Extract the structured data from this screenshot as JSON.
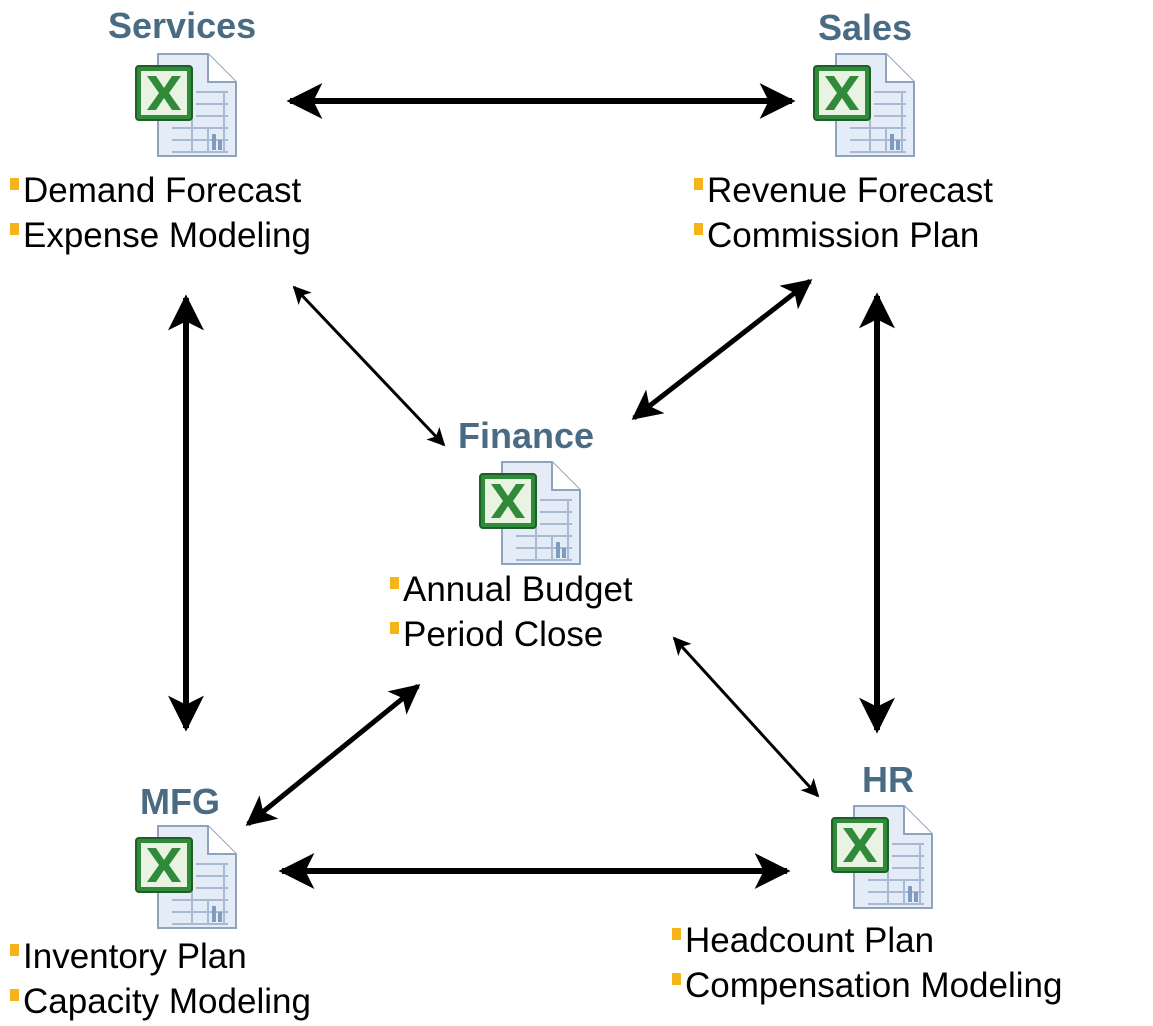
{
  "colors": {
    "title": "#4a6b84",
    "bullet": "#f5b51a",
    "text": "#000000",
    "arrow": "#000000",
    "excel_green": "#2f8a3a"
  },
  "icon": "excel-spreadsheet-icon",
  "nodes": {
    "services": {
      "title": "Services",
      "items": [
        "Demand Forecast",
        "Expense Modeling"
      ]
    },
    "sales": {
      "title": "Sales",
      "items": [
        "Revenue Forecast",
        "Commission Plan"
      ]
    },
    "finance": {
      "title": "Finance",
      "items": [
        "Annual Budget",
        "Period Close"
      ]
    },
    "mfg": {
      "title": "MFG",
      "items": [
        "Inventory Plan",
        "Capacity Modeling"
      ]
    },
    "hr": {
      "title": "HR",
      "items": [
        "Headcount Plan",
        "Compensation Modeling"
      ]
    }
  },
  "connections": [
    {
      "from": "services",
      "to": "sales"
    },
    {
      "from": "services",
      "to": "finance"
    },
    {
      "from": "services",
      "to": "mfg"
    },
    {
      "from": "sales",
      "to": "finance"
    },
    {
      "from": "sales",
      "to": "hr"
    },
    {
      "from": "finance",
      "to": "mfg"
    },
    {
      "from": "finance",
      "to": "hr"
    },
    {
      "from": "mfg",
      "to": "hr"
    }
  ]
}
